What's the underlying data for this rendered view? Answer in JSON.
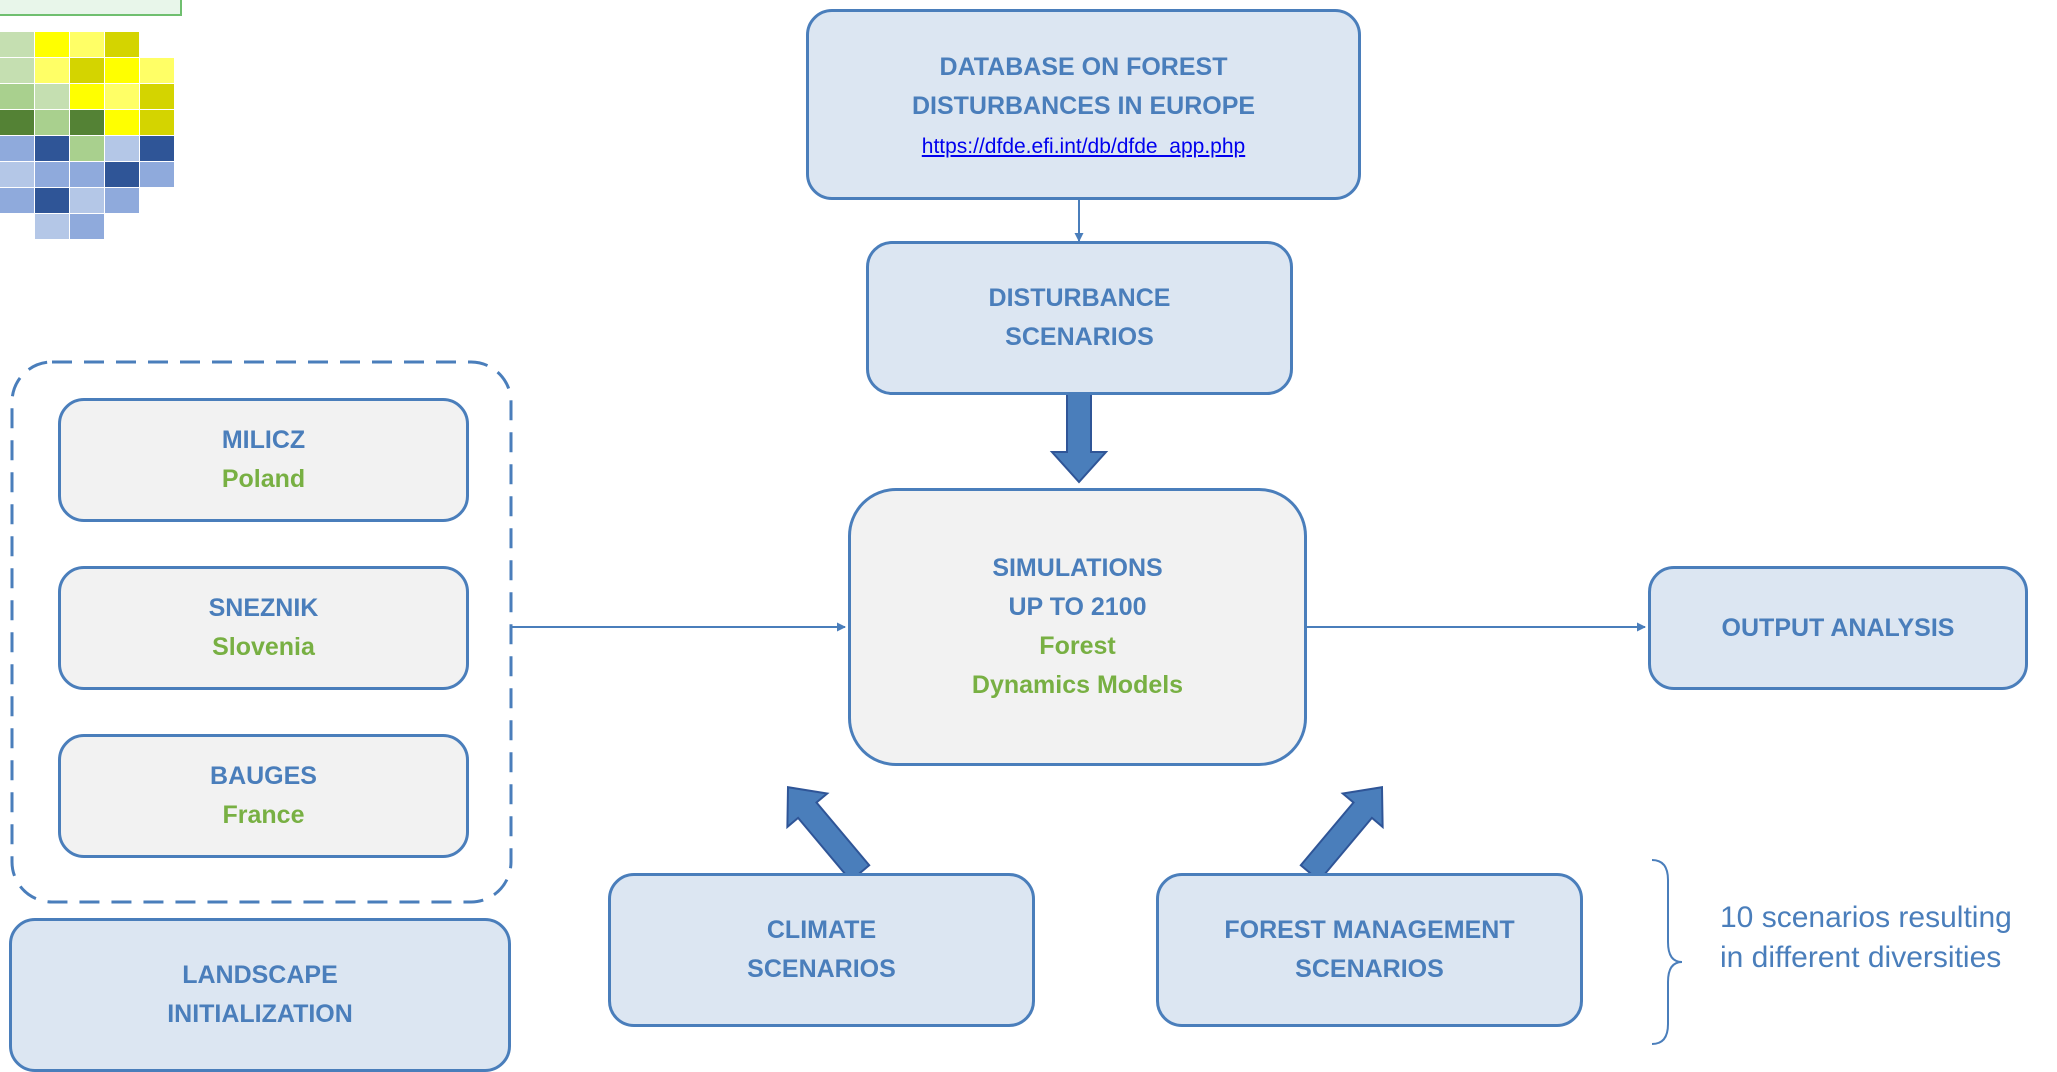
{
  "nodes": {
    "database": {
      "title_line1": "DATABASE ON FOREST",
      "title_line2": "DISTURBANCES IN EUROPE",
      "url": "https://dfde.efi.int/db/dfde_app.php"
    },
    "disturbance": {
      "line1": "DISTURBANCE",
      "line2": "SCENARIOS"
    },
    "simulations": {
      "line1": "SIMULATIONS",
      "line2": "UP TO 2100",
      "line3": "Forest",
      "line4": "Dynamics Models"
    },
    "output": {
      "label": "OUTPUT ANALYSIS"
    },
    "sites": [
      {
        "name": "MILICZ",
        "country": "Poland"
      },
      {
        "name": "SNEZNIK",
        "country": "Slovenia"
      },
      {
        "name": "BAUGES",
        "country": "France"
      }
    ],
    "landscape": {
      "line1": "LANDSCAPE",
      "line2": "INITIALIZATION"
    },
    "climate": {
      "line1": "CLIMATE",
      "line2": "SCENARIOS"
    },
    "management": {
      "line1": "FOREST MANAGEMENT",
      "line2": "SCENARIOS"
    }
  },
  "note": {
    "line1": "10 scenarios resulting",
    "line2": "in different diversities"
  },
  "colors": {
    "accent_blue": "#4a7ebb",
    "box_fill_blue": "#dce6f2",
    "box_fill_grey": "#f2f2f2",
    "country_green": "#78b043",
    "dark_blue_arrow": "#2f5597"
  },
  "mosaic_icon": {
    "rows": [
      [
        "#c5dfb1",
        "#ffff00",
        "#ffff66",
        "#d4d400",
        "#ffffff"
      ],
      [
        "#c5dfb1",
        "#ffff66",
        "#d4d400",
        "#ffff00",
        "#ffff66"
      ],
      [
        "#a9d08e",
        "#c5dfb1",
        "#ffff00",
        "#ffff66",
        "#d4d400"
      ],
      [
        "#548235",
        "#a9d08e",
        "#548235",
        "#ffff00",
        "#d4d400"
      ],
      [
        "#8faadc",
        "#2f5597",
        "#a9d08e",
        "#b4c7e7",
        "#2f5597"
      ],
      [
        "#b4c7e7",
        "#8faadc",
        "#8faadc",
        "#2f5597",
        "#8faadc"
      ],
      [
        "#8faadc",
        "#2f5597",
        "#b4c7e7",
        "#8faadc",
        "#ffffff"
      ],
      [
        "#ffffff",
        "#b4c7e7",
        "#8faadc",
        "#ffffff",
        "#ffffff"
      ]
    ]
  }
}
